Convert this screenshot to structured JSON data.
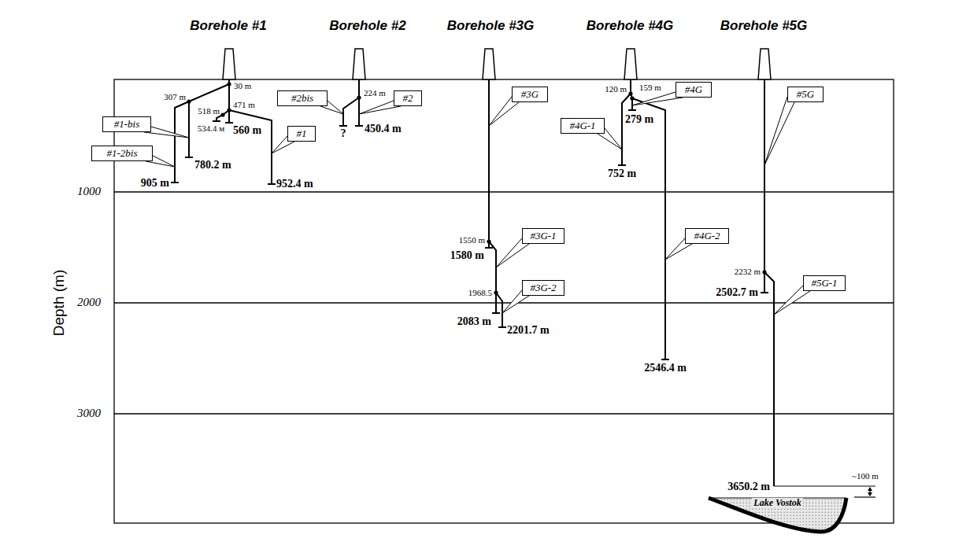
{
  "diagram": {
    "nodes": [
      {
        "text": [
          "#1-bis"
        ]
      },
      {
        "text": [
          "#1-2bis"
        ]
      },
      {
        "text": [
          "#1"
        ]
      },
      {
        "text": [
          "#2bis"
        ]
      },
      {
        "text": [
          "#2"
        ]
      },
      {
        "text": [
          "#3G"
        ]
      },
      {
        "text": [
          "#3G-1"
        ]
      },
      {
        "text": [
          "#3G-2"
        ]
      },
      {
        "text": [
          "#4G"
        ]
      },
      {
        "text": [
          "#4G-1"
        ]
      },
      {
        "text": [
          "#4G-2"
        ]
      },
      {
        "text": [
          "#5G"
        ]
      },
      {
        "text": [
          "#5G-1"
        ]
      },
      {
        "text": [
          "Lake Vostok"
        ]
      }
    ],
    "labels": [
      "Borehole #1",
      "Borehole #2",
      "Borehole #3G",
      "Borehole #4G",
      "Borehole #5G",
      "Depth (m)",
      "1000",
      "2000",
      "3000",
      "30 m",
      "307 m",
      "518 m",
      "471 m",
      "534.4 м",
      "560 m",
      "780.2 m",
      "905 m",
      "952.4 m",
      "224 m",
      "?",
      "450.4 m",
      "1550 m",
      "1580 m",
      "1968.5",
      "2083 m",
      "2201.7 m",
      "120 m",
      "159 m",
      "279 m",
      "752 m",
      "2546.4 m",
      "2232 m",
      "2502.7 m",
      "3650.2 m",
      "~100 m"
    ]
  }
}
